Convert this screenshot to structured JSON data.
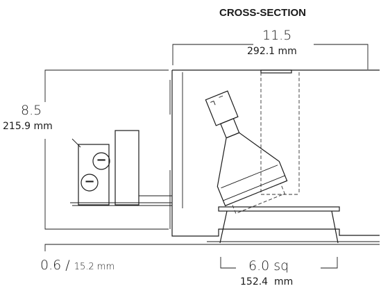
{
  "diagram": {
    "title": "CROSS-SECTION",
    "dimensions": {
      "width": {
        "inches": "11.5",
        "mm": "292.1 mm"
      },
      "height": {
        "inches": "8.5",
        "mm": "215.9 mm"
      },
      "flange": {
        "inches": "0.6",
        "separator": "/",
        "mm": "15.2 mm"
      },
      "aperture": {
        "inches": "6.0 sq",
        "mm": "152.4  mm"
      }
    },
    "junction_box": {
      "knockout_symbols": [
        "−",
        "−"
      ]
    }
  }
}
